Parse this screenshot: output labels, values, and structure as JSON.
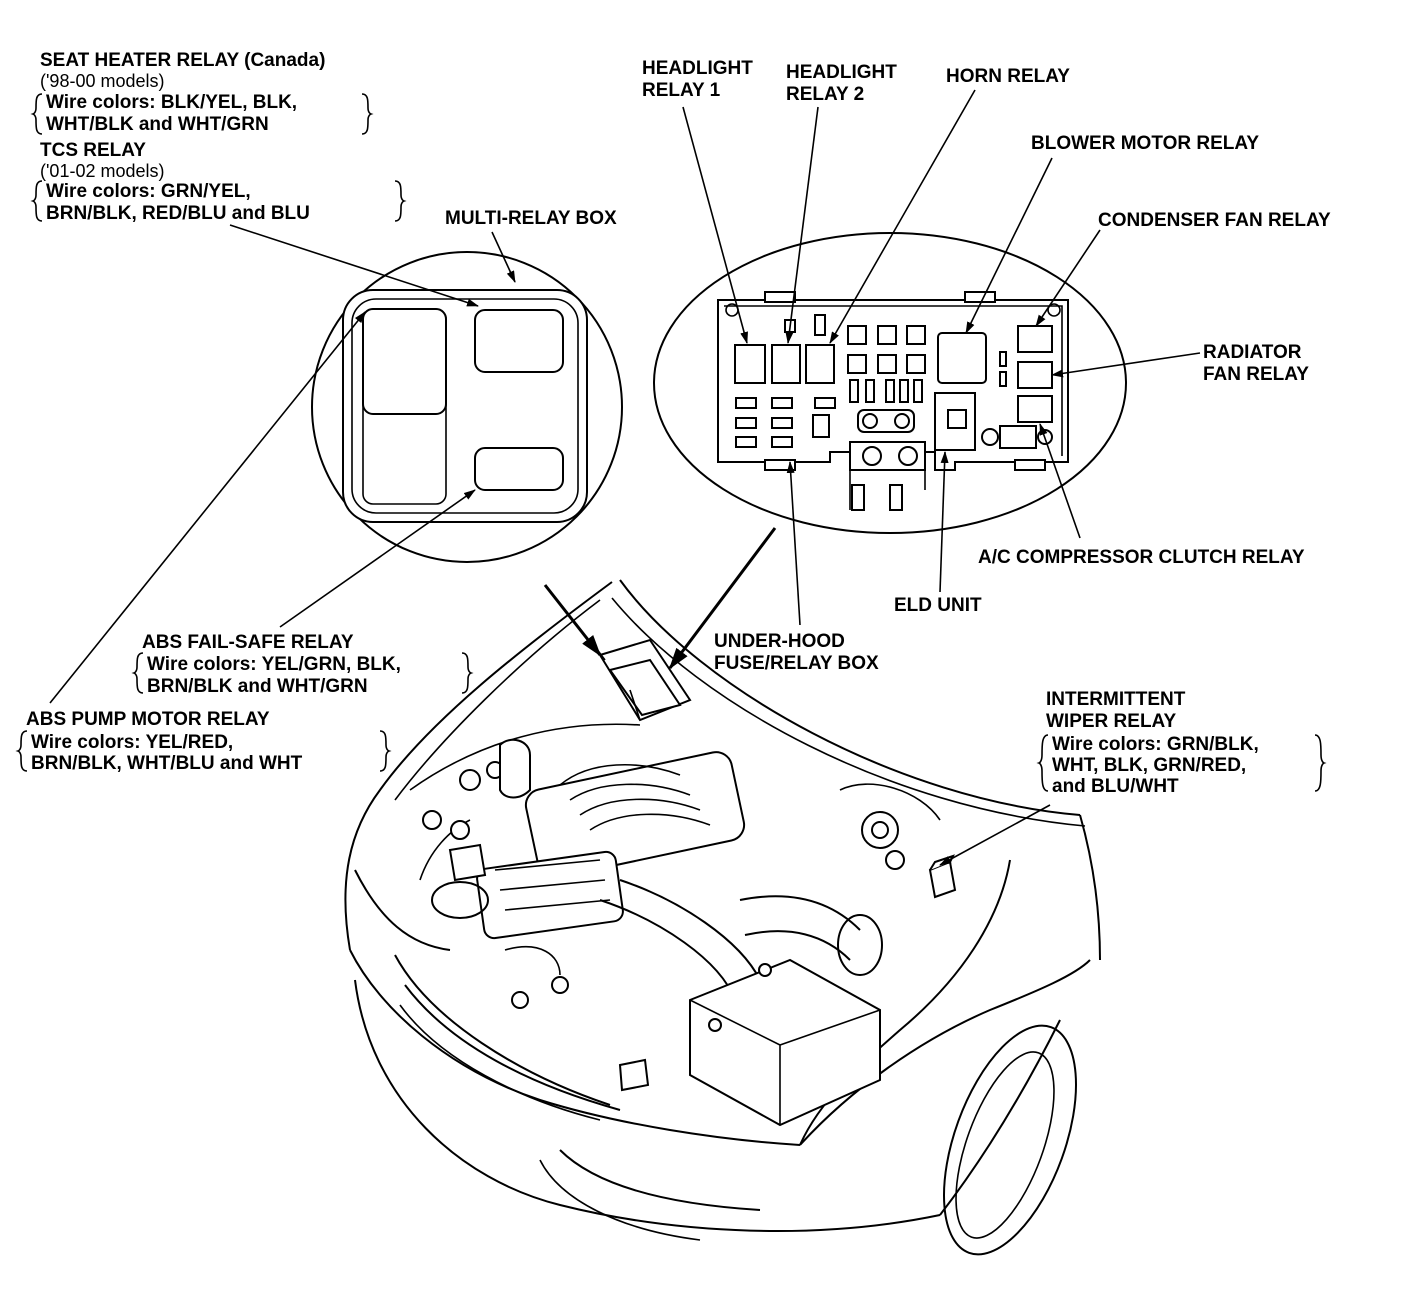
{
  "labels": {
    "seat_heater": {
      "title": "SEAT HEATER RELAY (Canada)",
      "models": "('98-00 models)",
      "wire_line1": "Wire colors: BLK/YEL, BLK,",
      "wire_line2": "WHT/BLK and WHT/GRN"
    },
    "tcs": {
      "title": "TCS RELAY",
      "models": "('01-02 models)",
      "wire_line1": "Wire colors: GRN/YEL,",
      "wire_line2": "BRN/BLK, RED/BLU and BLU"
    },
    "multi_relay_box": "MULTI-RELAY BOX",
    "headlight_relay_1": [
      "HEADLIGHT",
      "RELAY 1"
    ],
    "headlight_relay_2": [
      "HEADLIGHT",
      "RELAY 2"
    ],
    "horn_relay": "HORN RELAY",
    "blower_motor_relay": "BLOWER MOTOR RELAY",
    "condenser_fan_relay": "CONDENSER FAN RELAY",
    "radiator_fan_relay": [
      "RADIATOR",
      "FAN RELAY"
    ],
    "ac_compressor_clutch_relay": "A/C COMPRESSOR CLUTCH RELAY",
    "eld_unit": "ELD UNIT",
    "under_hood_box": [
      "UNDER-HOOD",
      "FUSE/RELAY BOX"
    ],
    "abs_fail_safe": {
      "title": "ABS FAIL-SAFE RELAY",
      "wire_line1": "Wire colors: YEL/GRN, BLK,",
      "wire_line2": "BRN/BLK and WHT/GRN"
    },
    "abs_pump_motor": {
      "title": "ABS PUMP MOTOR RELAY",
      "wire_line1": "Wire colors: YEL/RED,",
      "wire_line2": "BRN/BLK, WHT/BLU and WHT"
    },
    "intermittent_wiper": {
      "title_line1": "INTERMITTENT",
      "title_line2": "WIPER RELAY",
      "wire_line1": "Wire colors: GRN/BLK,",
      "wire_line2": "WHT, BLK, GRN/RED,",
      "wire_line3": "and BLU/WHT"
    }
  }
}
